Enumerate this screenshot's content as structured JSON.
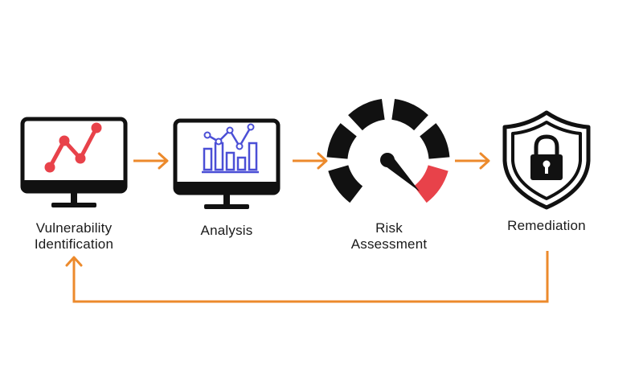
{
  "diagram": {
    "steps": [
      {
        "id": "vulnerability-identification",
        "label_line1": "Vulnerability",
        "label_line2": "Identification",
        "icon": "monitor-line-chart-icon"
      },
      {
        "id": "analysis",
        "label_line1": "Analysis",
        "label_line2": "",
        "icon": "monitor-bar-chart-icon"
      },
      {
        "id": "risk-assessment",
        "label_line1": "Risk",
        "label_line2": "Assessment",
        "icon": "speedometer-gauge-icon"
      },
      {
        "id": "remediation",
        "label_line1": "Remediation",
        "label_line2": "",
        "icon": "shield-padlock-icon"
      }
    ],
    "colors": {
      "arrow": "#ec8a2c",
      "outline": "#111111",
      "chart_red": "#e8424a",
      "chart_blue": "#4b4fd6",
      "gauge_red": "#e8424a",
      "label": "#1a1a1a"
    }
  }
}
